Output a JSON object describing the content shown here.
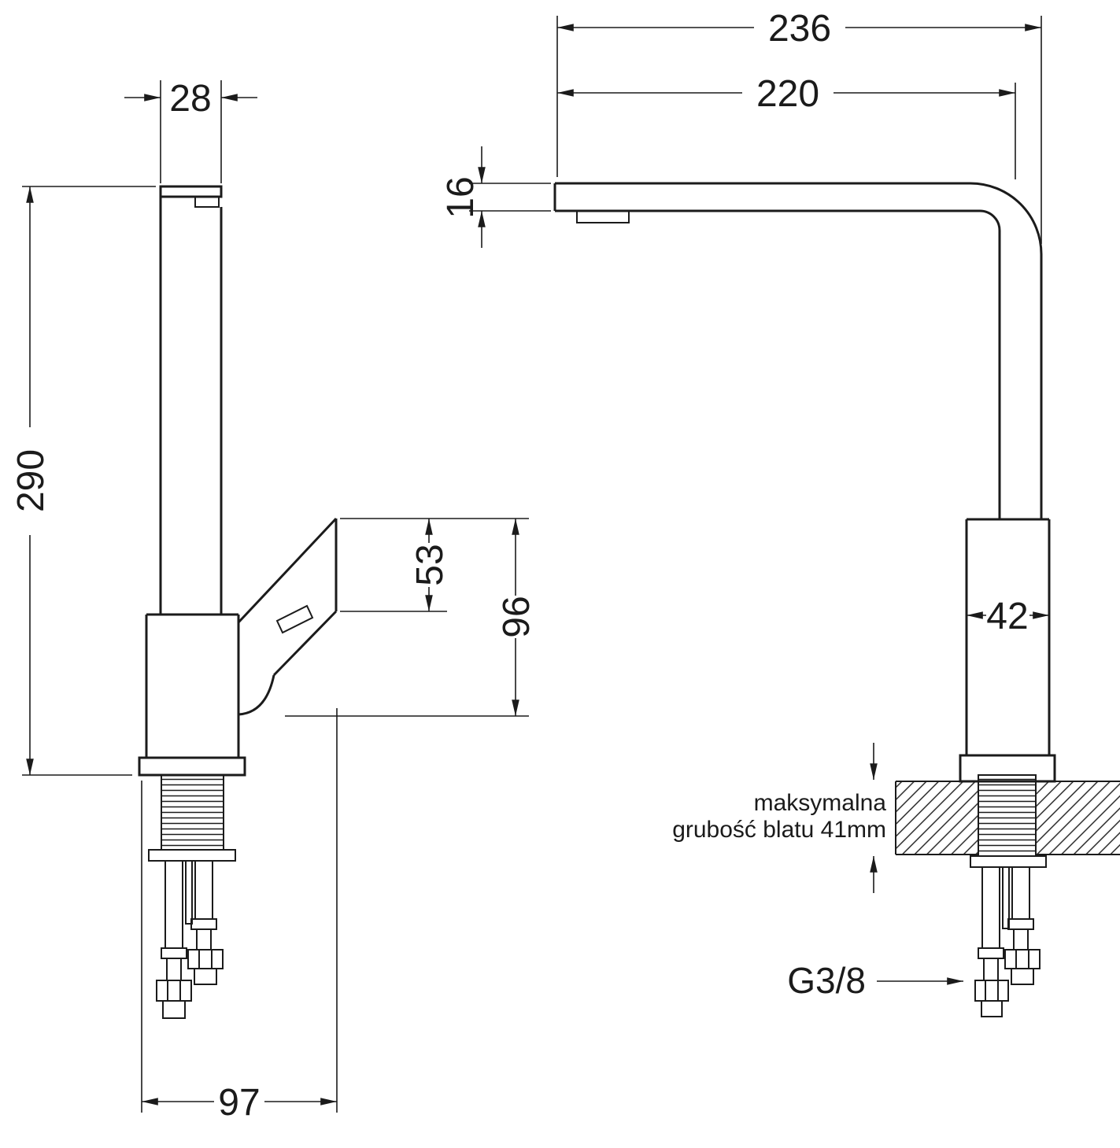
{
  "page": {
    "background": "#ffffff",
    "line_color": "#1b1b1b"
  },
  "side_view": {
    "dim_spout_width": "28",
    "dim_total_height": "290",
    "dim_lever_height": "53",
    "dim_head_assembly_height": "96",
    "dim_base_depth": "97"
  },
  "front_view": {
    "dim_overall_reach": "236",
    "dim_spout_reach": "220",
    "dim_spout_thickness": "16",
    "dim_body_width": "42",
    "countertop_note_line1": "maksymalna",
    "countertop_note_line2": "grubość blatu 41mm",
    "connection_thread_label": "G3/8"
  }
}
